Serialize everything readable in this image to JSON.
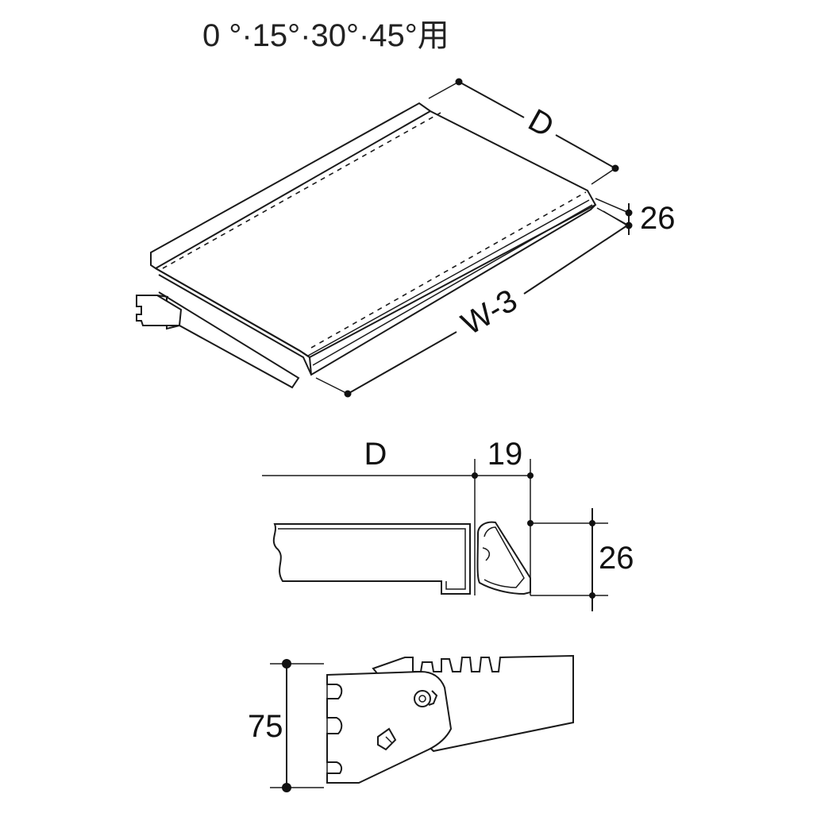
{
  "title": "0 °·15°·30°·45°用",
  "view_iso": {
    "depth_label": "D",
    "height_label": "26",
    "width_label": "W-3"
  },
  "view_section": {
    "depth_label": "D",
    "lip_label": "19",
    "height_label": "26"
  },
  "view_bracket": {
    "height_label": "75"
  }
}
